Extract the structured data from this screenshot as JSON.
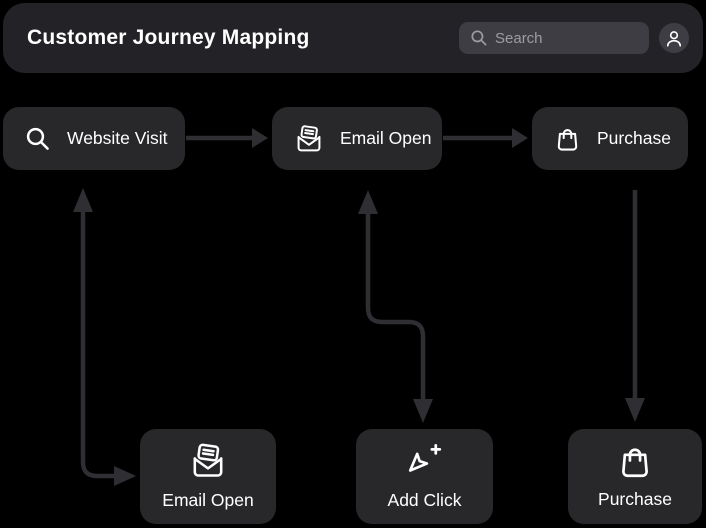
{
  "header": {
    "title": "Customer Journey Mapping",
    "search": {
      "placeholder": "Search",
      "icon": "magnifier-icon"
    },
    "avatar_icon": "person-icon",
    "bg_color": "#232327"
  },
  "flow": {
    "top_nodes": [
      {
        "id": "website-visit",
        "label": "Website Visit",
        "icon": "magnifier-icon"
      },
      {
        "id": "email-open-top",
        "label": "Email Open",
        "icon": "email-open-icon"
      },
      {
        "id": "purchase-top",
        "label": "Purchase",
        "icon": "shopping-bag-icon"
      }
    ],
    "bottom_nodes": [
      {
        "id": "email-open-bottom",
        "label": "Email Open",
        "icon": "email-open-icon"
      },
      {
        "id": "add-click",
        "label": "Add Click",
        "icon": "cursor-plus-icon"
      },
      {
        "id": "purchase-bottom",
        "label": "Purchase",
        "icon": "shopping-bag-icon"
      }
    ],
    "connectors": [
      {
        "from": "website-visit",
        "to": "email-open-top",
        "shape": "straight-right",
        "heads": [
          "right"
        ]
      },
      {
        "from": "email-open-top",
        "to": "purchase-top",
        "shape": "straight-right",
        "heads": [
          "right"
        ]
      },
      {
        "between": [
          "website-visit",
          "email-open-bottom"
        ],
        "shape": "elbow",
        "heads": [
          "up",
          "right"
        ]
      },
      {
        "between": [
          "email-open-top",
          "add-click"
        ],
        "shape": "s-elbow",
        "heads": [
          "up",
          "down"
        ]
      },
      {
        "from": "purchase-top",
        "to": "purchase-bottom",
        "shape": "straight-down",
        "heads": [
          "down"
        ]
      }
    ],
    "node_bg_color": "#28282b",
    "arrow_color": "#2e2e33",
    "label_color": "#ffffff",
    "canvas_bg_color": "#000000"
  }
}
